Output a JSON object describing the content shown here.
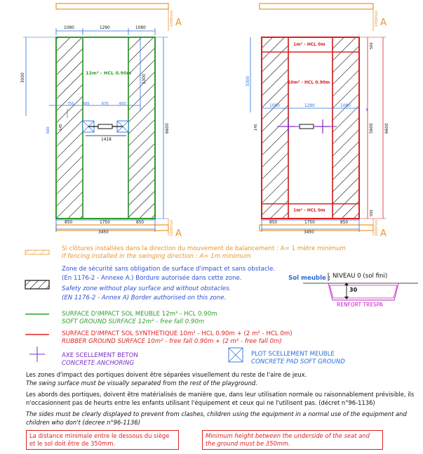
{
  "colors": {
    "green": "#2e9e2e",
    "red": "#e02020",
    "blue": "#2a6fd8",
    "orange": "#e8962e",
    "magenta": "#c020c0",
    "purple": "#7a2cc8",
    "black": "#111111"
  },
  "left": {
    "top_dims": [
      "1080",
      "1290",
      "1080"
    ],
    "bottom_dims": [
      "850",
      "1750",
      "850"
    ],
    "total_width": "3450",
    "height": "6600",
    "inner_height": "3300",
    "upper_left": "3000",
    "fence": "1000mini",
    "fence_bottom": "1000mini",
    "zone_label": "12m² - HCL 0.90m",
    "spacings": [
      "750",
      "600",
      "670",
      "600"
    ],
    "beam": "1418",
    "left_small": "600",
    "anchor": "145",
    "marker": "A"
  },
  "right": {
    "top_dims": [
      "1080",
      "1290",
      "1080"
    ],
    "bottom_dims": [
      "850",
      "1750",
      "850"
    ],
    "total_width": "3450",
    "height": "6600",
    "inner_height": "5600",
    "upper": "3300",
    "top_small": "500",
    "bottom_small": "500",
    "fence": "1000mini",
    "fence_bottom": "1000mini",
    "zone_top": "1m² - HCL 0m",
    "zone_mid": "10m² - HCL 0.90m",
    "zone_bottom": "1m² - HCL 0m",
    "anchor": "145",
    "marker": "A"
  },
  "legend": {
    "fence_fr": "Si clôtures installées dans la direction du mouvement de balancement : A= 1 mètre minimum",
    "fence_en": "If fencing installed in the swinging direction : A= 1m minimum",
    "safety_fr1": "Zone de sécurité sans obligation de surface d'impact et sans obstacle.",
    "safety_fr2": "(En 1176-2 - Annexe A.) Bordure autorisée dans cette zone.",
    "safety_en1": "Safety zone without play surface and without obstacles.",
    "safety_en2": "(EN 1176-2 - Annex A) Border authorised on this zone.",
    "soft_fr": "SURFACE D'IMPACT SOL MEUBLE 12m² - HCL 0.90m",
    "soft_en": "SOFT GROUND SURFACE 12m² - free fall 0.90m",
    "rubber_fr": "SURFACE D'IMPACT SOL SYNTHETIQUE 10m² - HCL 0.90m + (2 m² - HCL 0m)",
    "rubber_en": "RUBBER GROUND SURFACE 10m² - free fall 0.90m + (2 m² - free fall 0m)",
    "anchor_fr": "AXE SCELLEMENT BETON",
    "anchor_en": "CONCRETE ANCHORING",
    "pad_fr": "PLOT SCELLEMENT MEUBLE",
    "pad_en": "CONCRETE PAD SOFT GROUND",
    "sol_title": "Sol meuble :",
    "niveau": "NIVEAU 0 (sol fini)",
    "depth": "30",
    "renfort": "RENFORT TRESPA"
  },
  "notes": {
    "p1_fr": "Les zones d'impact des portiques doivent être séparées visuellement du reste de l'aire de jeux.",
    "p1_en": "The swing surface must be visually separated from the rest of the playground.",
    "p2_fr": "Les abords des portiques, doivent être matérialisés de manière que, dans leur utilisation normale ou raisonnablement prévisible, ils n'occasionnent pas de heurts entre les enfants utilisant l'équipement et ceux qui ne l'utilisent pas. (décret  n°96-1136)",
    "p2_en": "The sides must be clearly displayed to prevent from clashes, children using the equipment in a normal use of the equipment and children who don't (decree n°96-1136)",
    "box_fr": "La distance minimale entre le dessous du siège et le sol doit être de 350mm.",
    "box_en": "Minimum height between the underside of  the seat and the ground must be 350mm."
  }
}
